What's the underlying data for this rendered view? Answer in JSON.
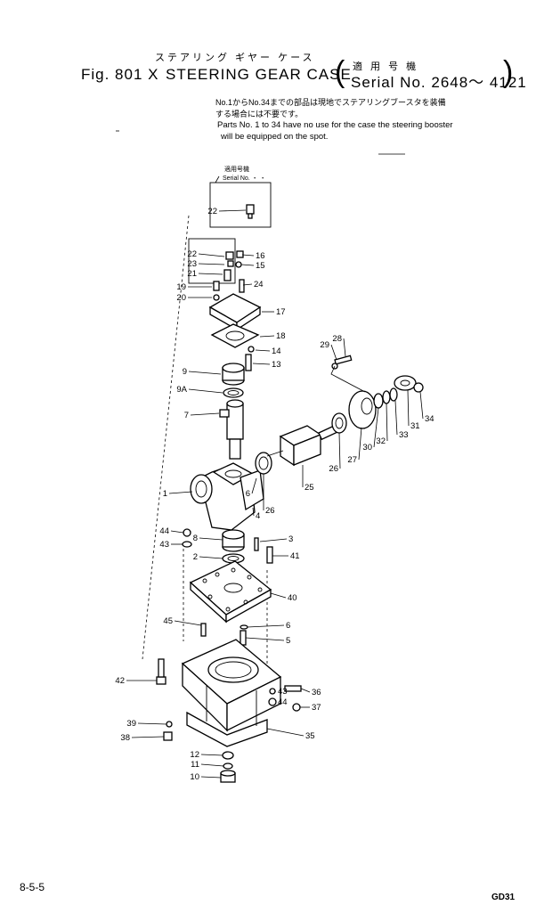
{
  "header": {
    "title_kana": "ステアリング ギヤー ケース",
    "applicable_kana": "適 用 号 機",
    "fig_label": "Fig. 801 X",
    "title": "STEERING GEAR CASE",
    "serial_range": "Serial No. 2648～ 4121",
    "note_jp_line1": "No.1からNo.34までの部品は現地でステアリングブースタを装備",
    "note_jp_line2": "する場合には不要です。",
    "note_en_line1": "Parts No. 1 to 34 have no use for the case the steering booster",
    "note_en_line2": "will be equipped on the spot."
  },
  "inset": {
    "heading_kana": "適用号機",
    "heading_serial": "Serial No. ・ ・"
  },
  "callouts": [
    {
      "key": "p22a",
      "label": "22"
    },
    {
      "key": "p22b",
      "label": "22"
    },
    {
      "key": "p16",
      "label": "16"
    },
    {
      "key": "p23",
      "label": "23"
    },
    {
      "key": "p15",
      "label": "15"
    },
    {
      "key": "p21",
      "label": "21"
    },
    {
      "key": "p19",
      "label": "19"
    },
    {
      "key": "p24",
      "label": "24"
    },
    {
      "key": "p20",
      "label": "20"
    },
    {
      "key": "p17",
      "label": "17"
    },
    {
      "key": "p18",
      "label": "18"
    },
    {
      "key": "p14",
      "label": "14"
    },
    {
      "key": "p13",
      "label": "13"
    },
    {
      "key": "p9",
      "label": "9"
    },
    {
      "key": "p9a",
      "label": "9A"
    },
    {
      "key": "p7",
      "label": "7"
    },
    {
      "key": "p29",
      "label": "29"
    },
    {
      "key": "p28",
      "label": "28"
    },
    {
      "key": "p34",
      "label": "34"
    },
    {
      "key": "p31",
      "label": "31"
    },
    {
      "key": "p33",
      "label": "33"
    },
    {
      "key": "p32",
      "label": "32"
    },
    {
      "key": "p30",
      "label": "30"
    },
    {
      "key": "p27",
      "label": "27"
    },
    {
      "key": "p26a",
      "label": "26"
    },
    {
      "key": "p25",
      "label": "25"
    },
    {
      "key": "p1",
      "label": "1"
    },
    {
      "key": "p6a",
      "label": "6"
    },
    {
      "key": "p4",
      "label": "4"
    },
    {
      "key": "p26b",
      "label": "26"
    },
    {
      "key": "p44a",
      "label": "44"
    },
    {
      "key": "p43a",
      "label": "43"
    },
    {
      "key": "p8",
      "label": "8"
    },
    {
      "key": "p3",
      "label": "3"
    },
    {
      "key": "p2",
      "label": "2"
    },
    {
      "key": "p41",
      "label": "41"
    },
    {
      "key": "p40",
      "label": "40"
    },
    {
      "key": "p45",
      "label": "45"
    },
    {
      "key": "p6b",
      "label": "6"
    },
    {
      "key": "p5",
      "label": "5"
    },
    {
      "key": "p42",
      "label": "42"
    },
    {
      "key": "p43b",
      "label": "43"
    },
    {
      "key": "p36",
      "label": "36"
    },
    {
      "key": "p44b",
      "label": "44"
    },
    {
      "key": "p37",
      "label": "37"
    },
    {
      "key": "p39",
      "label": "39"
    },
    {
      "key": "p38",
      "label": "38"
    },
    {
      "key": "p35",
      "label": "35"
    },
    {
      "key": "p12",
      "label": "12"
    },
    {
      "key": "p11",
      "label": "11"
    },
    {
      "key": "p10",
      "label": "10"
    }
  ],
  "footer": {
    "page_number": "8-5-5",
    "code": "GD31"
  }
}
